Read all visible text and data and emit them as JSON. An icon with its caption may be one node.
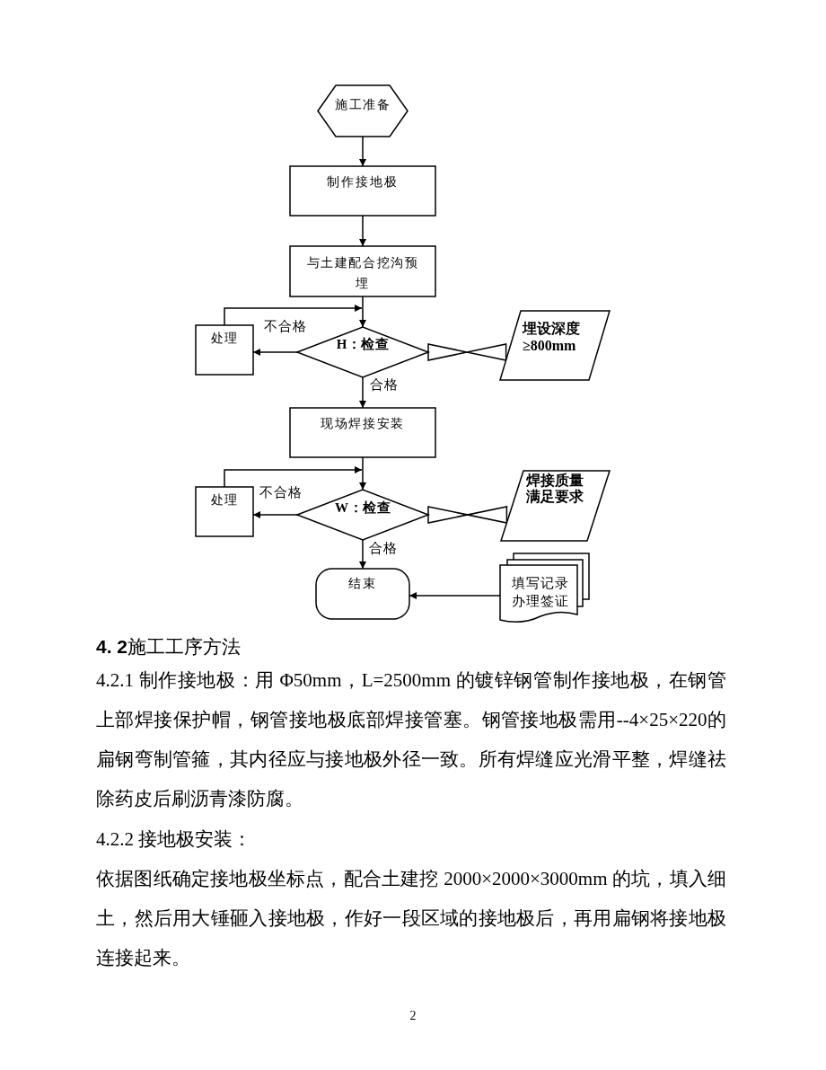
{
  "diagram": {
    "nodes": [
      {
        "text": [
          "施工准备"
        ]
      },
      {
        "text": [
          "制作接地极"
        ]
      },
      {
        "text": [
          "与土建配合挖沟预埋"
        ]
      },
      {
        "text": [
          "处理"
        ]
      },
      {
        "text": [
          "H：检查"
        ]
      },
      {
        "text": [
          "埋设深度≥800mm"
        ]
      },
      {
        "text": [
          "现场焊接安装"
        ]
      },
      {
        "text": [
          "处理"
        ]
      },
      {
        "text": [
          "W：检查"
        ]
      },
      {
        "text": [
          "焊接质量满足要求"
        ]
      },
      {
        "text": [
          "结束"
        ]
      },
      {
        "text": [
          "填写记录办理签证"
        ]
      }
    ],
    "edges": [
      {
        "from": 0,
        "to": 1,
        "arrow": "to"
      },
      {
        "from": 1,
        "to": 2,
        "arrow": "to"
      },
      {
        "from": 2,
        "to": 4,
        "arrow": "to"
      },
      {
        "from": 3,
        "to": 4,
        "arrow": "to"
      },
      {
        "from": 4,
        "to": 3,
        "arrow": "to",
        "label": "不合格"
      },
      {
        "from": 4,
        "to": 5,
        "arrow": "other"
      },
      {
        "from": 4,
        "to": 6,
        "arrow": "to",
        "label": "合格"
      },
      {
        "from": 6,
        "to": 8,
        "arrow": "to"
      },
      {
        "from": 7,
        "to": 8,
        "arrow": "to"
      },
      {
        "from": 8,
        "to": 7,
        "arrow": "to",
        "label": "不合格"
      },
      {
        "from": 8,
        "to": 9,
        "arrow": "other"
      },
      {
        "from": 8,
        "to": 10,
        "arrow": "to",
        "label": "合格"
      },
      {
        "from": 11,
        "to": 10,
        "arrow": "to"
      }
    ],
    "labels": [
      "**4. 2**施工工序方法",
      "4.2.1 制作接地极：用 Φ50mm，L=2500mm 的镀锌钢管制作接地极，在钢管上部焊接保护帽，钢管接地极底部焊接管塞。钢管接地极需用--4×25×220的扁钢弯制管箍，其内径应与接地极外径一致。所有焊缝应光滑平整，焊缝祛除药皮后刷沥青漆防腐。",
      "4.2.2 接地极安装：",
      "依据图纸确定接地极坐标点，配合土建挖 2000×2000×3000mm 的坑，填入细土，然后用大锤砸入接地极，作好一段区域的接地极后，再用扁钢将接地极连接起来。",
      "2"
    ]
  }
}
